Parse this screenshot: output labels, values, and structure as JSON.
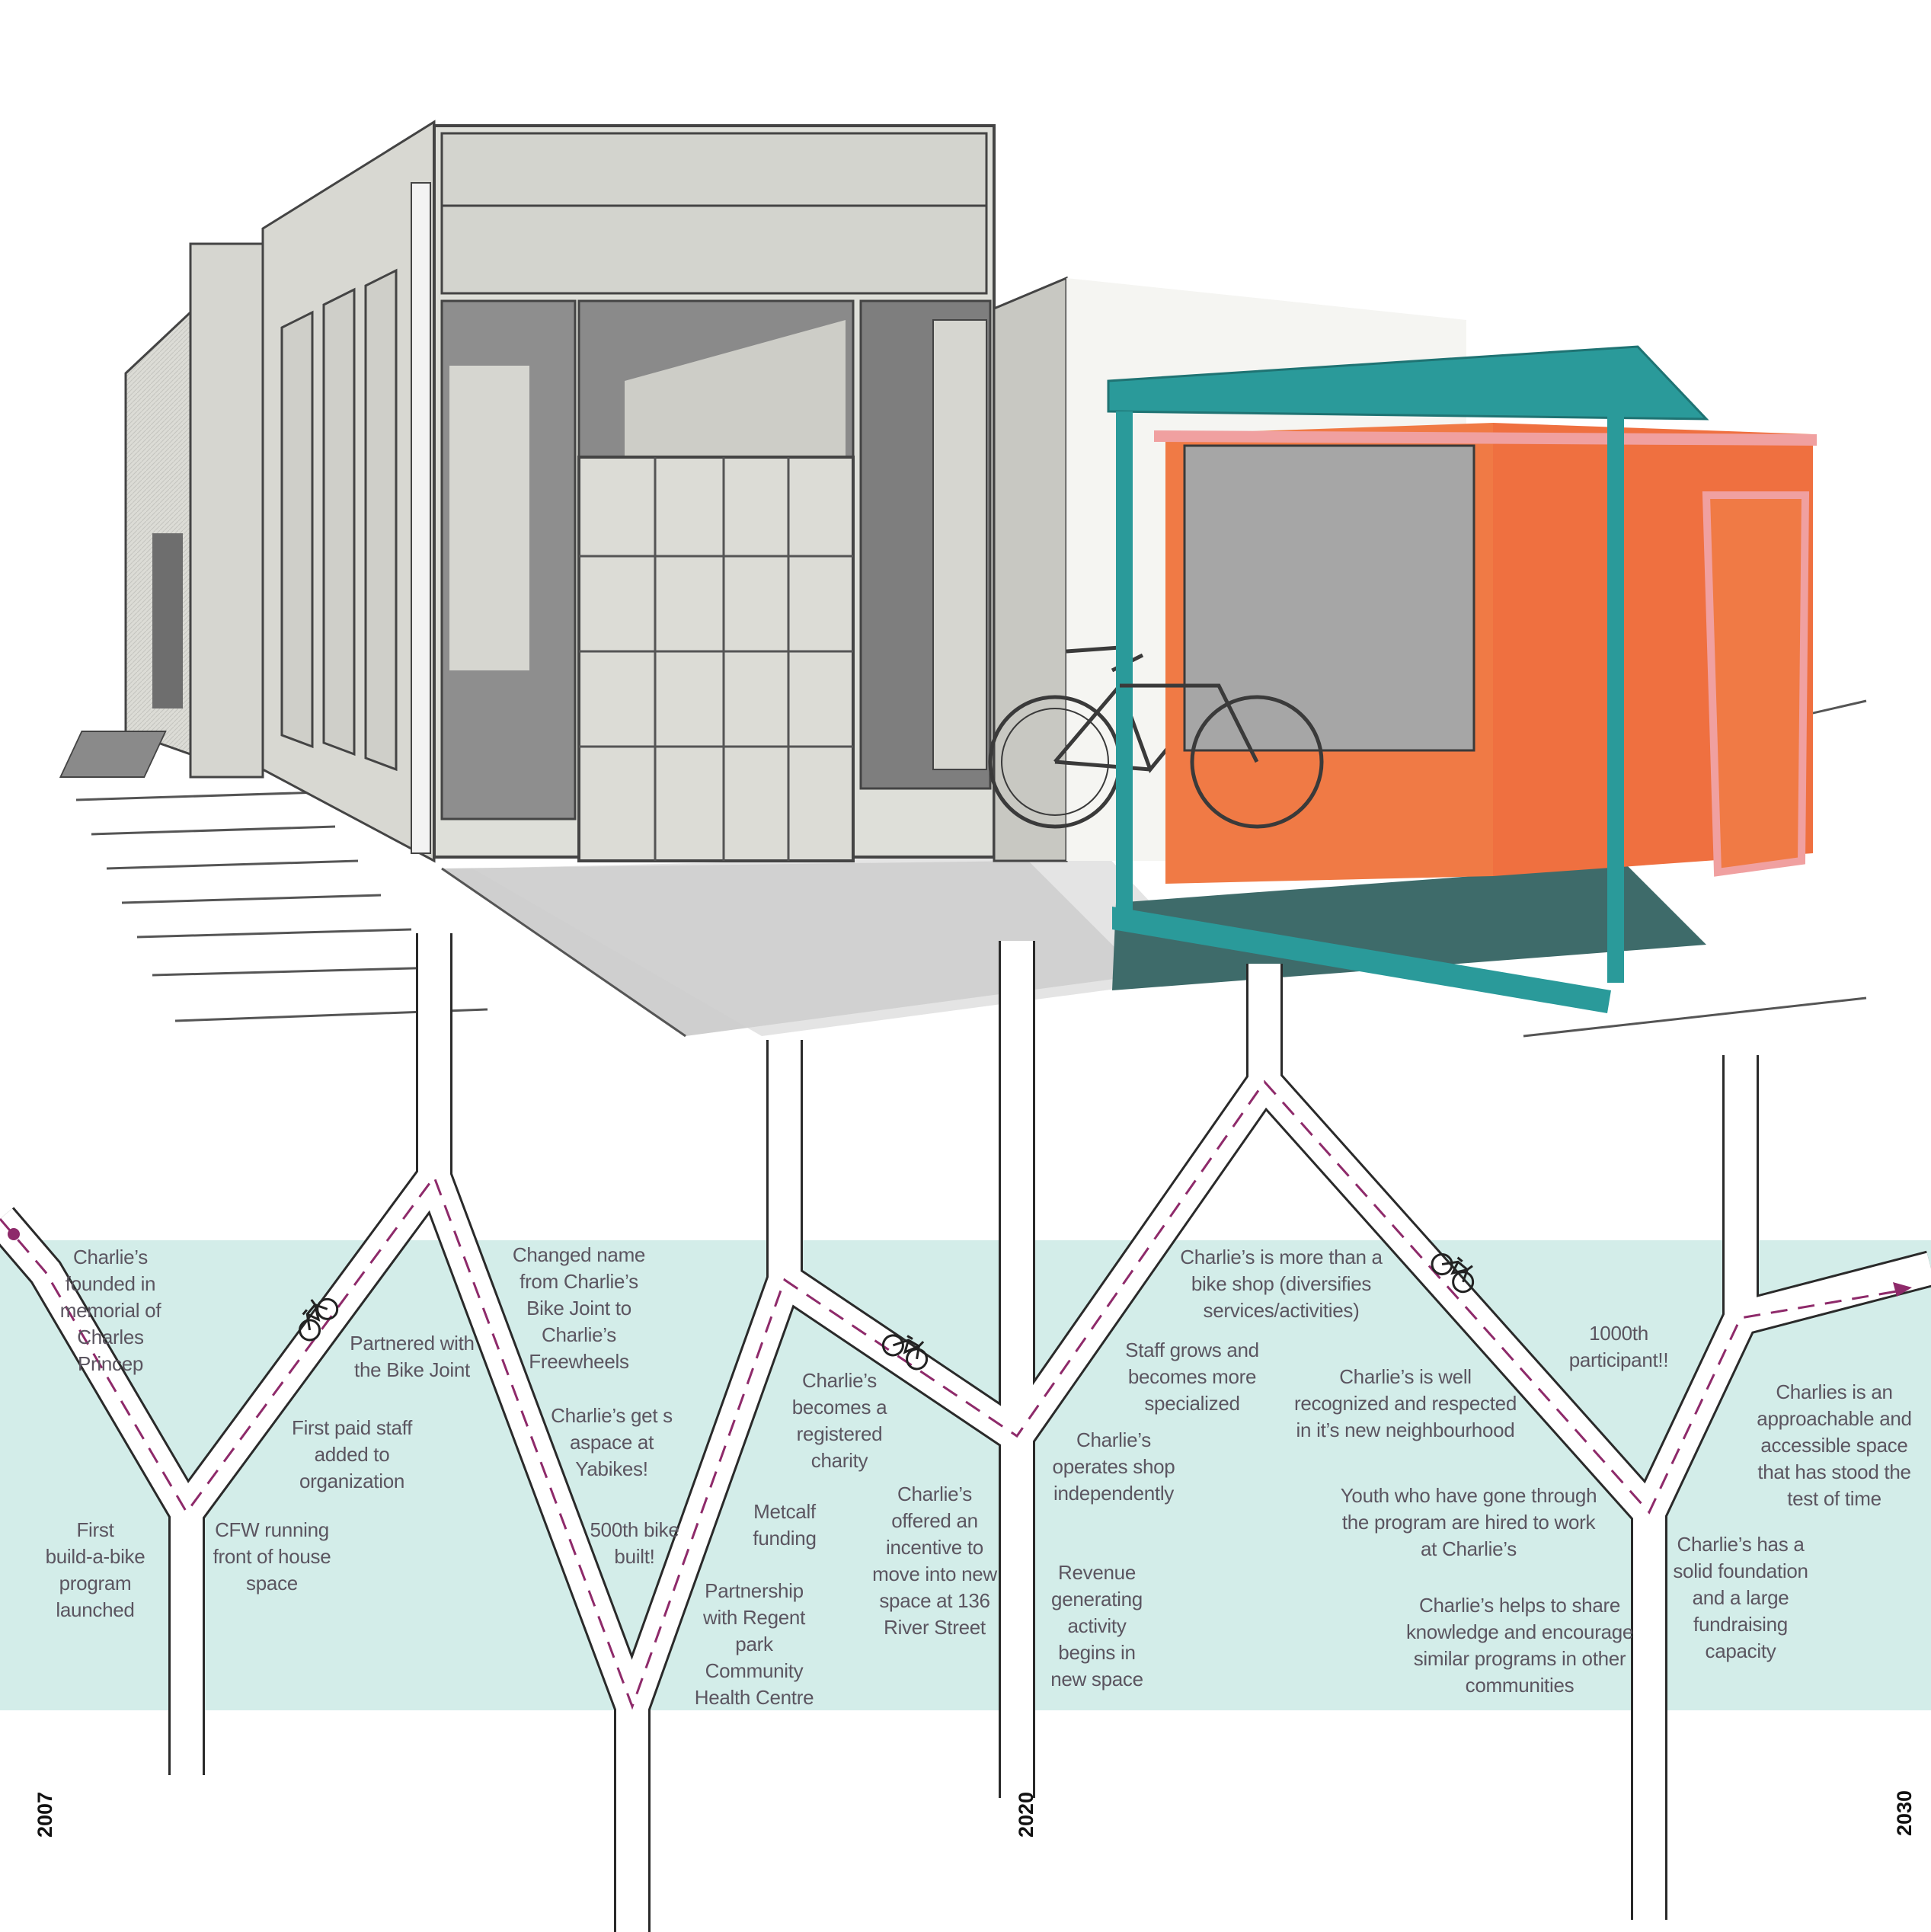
{
  "colors": {
    "band": "#d3ede9",
    "road_fill": "#ffffff",
    "road_edge": "#2a2a2a",
    "route_dash": "#8e2a6a",
    "pavilion_frame": "#2a9a9a",
    "pavilion_box": "#f07a45",
    "pavilion_trim": "#f0a0a0",
    "building": "#dcdcd6",
    "window_dark": "#8c8c8c",
    "text": "#5b5560"
  },
  "illustration": {
    "subject": "sketch of a storefront building with a teal-framed orange bike-shop pavilion and a parked bicycle"
  },
  "timeline": {
    "years": [
      "2007",
      "2020",
      "2030"
    ],
    "icons": [
      "bicycle-icon",
      "bicycle-icon",
      "bicycle-icon"
    ],
    "events": [
      "Charlie’s\nfounded in\nmemorial of\nCharles\nPrincep",
      "First\nbuild-a-bike\nprogram\nlaunched",
      "CFW running\nfront of house\nspace",
      "First paid staff\nadded to\norganization",
      "Partnered with\nthe Bike Joint",
      "Changed name\nfrom Charlie’s\nBike Joint to\nCharlie’s\nFreewheels",
      "Charlie’s get s\naspace at\nYabikes!",
      "500th bike\nbuilt!",
      "Partnership\nwith Regent\npark\nCommunity\nHealth Centre",
      "Metcalf\nfunding",
      "Charlie’s\nbecomes a\nregistered\ncharity",
      "Charlie’s\noffered an\nincentive to\nmove into new\nspace at 136\nRiver Street",
      "Charlie’s\noperates shop\nindependently",
      "Revenue\ngenerating\nactivity\nbegins in\nnew space",
      "Staff grows and\nbecomes more\nspecialized",
      "Charlie’s is more than a\nbike shop (diversifies\nservices/activities)",
      "Charlie’s is well\nrecognized and respected\nin it’s new neighbourhood",
      "Youth who have gone through\nthe program are hired to work\nat Charlie’s",
      "Charlie’s helps to share\nknowledge and encourage\nsimilar programs in other\ncommunities",
      "1000th\nparticipant!!",
      "Charlie’s has a\nsolid foundation\nand a large\nfundraising\ncapacity",
      "Charlies is an\napproachable and\naccessible space\nthat has stood the\ntest of time"
    ]
  }
}
